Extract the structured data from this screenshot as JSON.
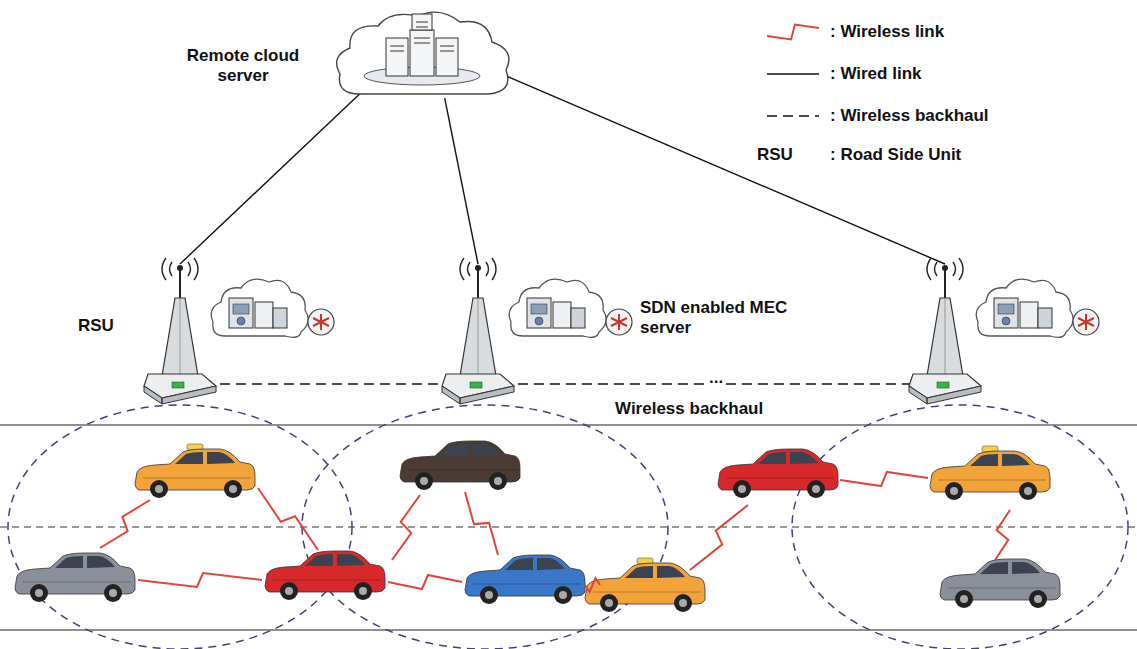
{
  "diagram": {
    "nodes": [
      {
        "text": [
          "Remote cloud server"
        ]
      },
      {
        "text": [
          "RSU"
        ]
      },
      {
        "text": []
      },
      {
        "text": []
      }
    ],
    "edges": [
      {
        "from": 0,
        "to": 1,
        "arrow": "none"
      },
      {
        "from": 0,
        "to": 2,
        "arrow": "none"
      },
      {
        "from": 0,
        "to": 3,
        "arrow": "none"
      },
      {
        "from": 1,
        "to": 2,
        "arrow": "none"
      },
      {
        "from": 2,
        "to": 3,
        "arrow": "none"
      }
    ],
    "labels": [
      "RSU",
      ": Road Side Unit",
      "SDN enabled MEC server",
      "Wireless backhaul",
      "..."
    ],
    "legend": [
      {
        "text": ": Wireless link"
      },
      {
        "text": ": Wired link"
      },
      {
        "text": ": Wireless backhaul"
      }
    ]
  }
}
